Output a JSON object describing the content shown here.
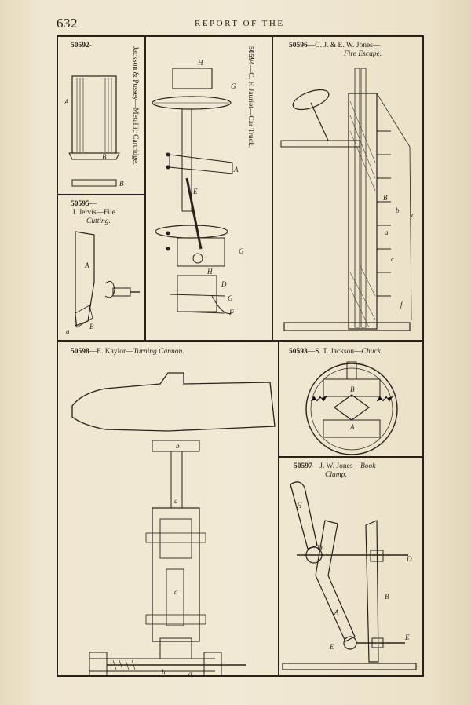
{
  "header": {
    "page_number": "632",
    "running_head": "REPORT OF THE"
  },
  "figures": {
    "f50592": {
      "number": "50592",
      "title": "Jackson & Pussey—Metallic Cartridge.",
      "letters": [
        "A",
        "B",
        "B"
      ]
    },
    "f50594": {
      "number": "50594",
      "title": "C. F. Jauriet—Car Truck.",
      "letters": [
        "H",
        "G",
        "A",
        "E",
        "G",
        "H",
        "D",
        "G",
        "F"
      ]
    },
    "f50596": {
      "number": "50596",
      "title_main": "—C. J. & E. W. Jones—",
      "title_sub": "Fire Escape.",
      "letters": [
        "B",
        "b",
        "c",
        "a",
        "c",
        "f"
      ]
    },
    "f50595": {
      "number": "50595",
      "title_main": "J. Jervis—File",
      "title_sub": "Cutting.",
      "letters": [
        "A",
        "a",
        "B"
      ]
    },
    "f50598": {
      "number": "50598",
      "title_main": "—E. Kaylor—",
      "title_sub": "Turning Cannon.",
      "letters": [
        "b",
        "a",
        "a",
        "h",
        "g"
      ]
    },
    "f50593": {
      "number": "50593",
      "title_main": "—S. T. Jackson—",
      "title_sub": "Chuck.",
      "letters": [
        "B",
        "A"
      ]
    },
    "f50597": {
      "number": "50597",
      "title_main": "—J. W. Jones—",
      "title_sub1": "Book",
      "title_sub2": "Clamp.",
      "letters": [
        "H",
        "D",
        "D",
        "A",
        "B",
        "E",
        "E"
      ]
    }
  }
}
